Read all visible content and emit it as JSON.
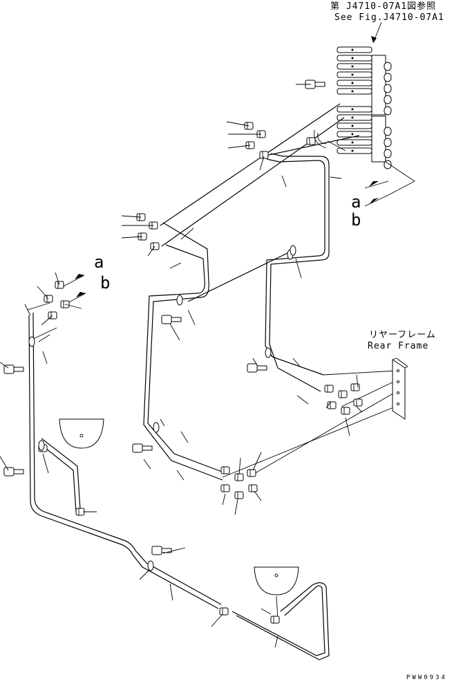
{
  "reference": {
    "line1": "第 J4710-07A1図参照",
    "line2": "See Fig.J4710-07A1"
  },
  "connections": {
    "upper_a": "a",
    "upper_b": "b",
    "left_a": "a",
    "left_b": "b"
  },
  "rear_frame": {
    "line1": "リヤーフレーム",
    "line2": "Rear Frame"
  },
  "drawing_code": "PWW0934"
}
